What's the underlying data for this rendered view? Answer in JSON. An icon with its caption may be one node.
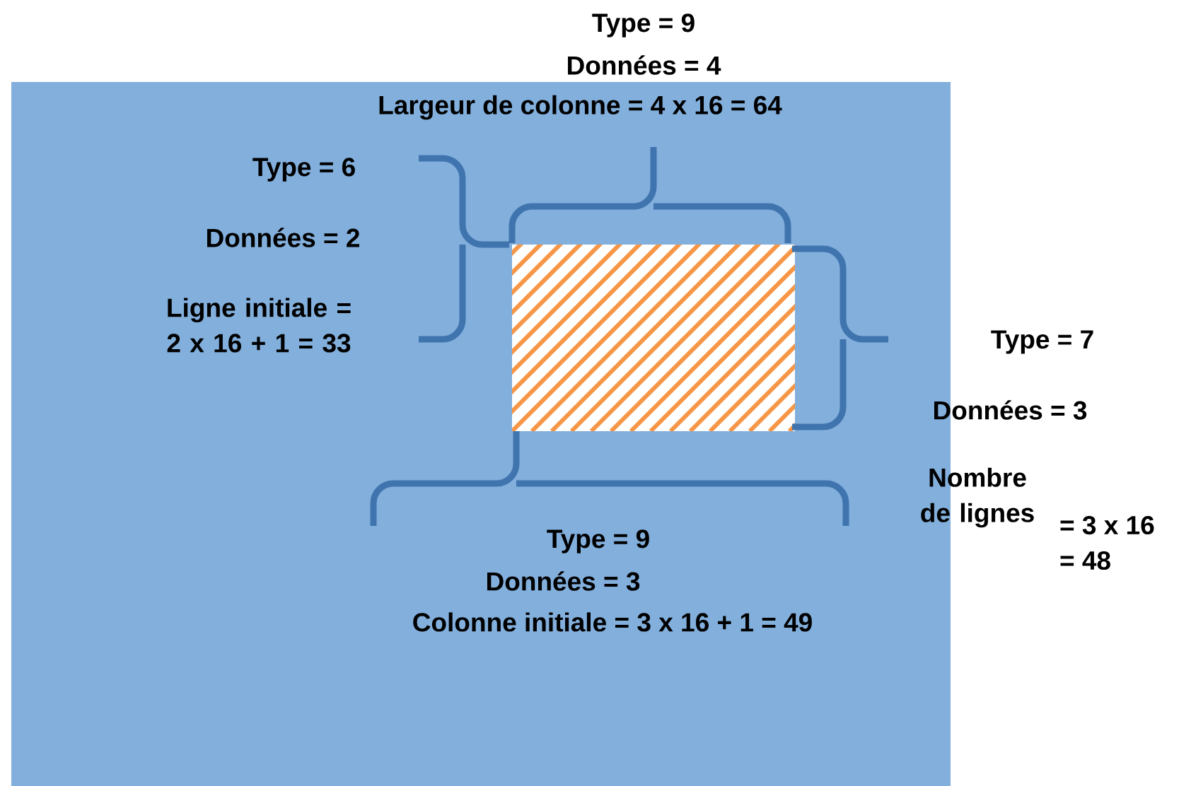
{
  "diagram": {
    "labels": [
      "Type = 9",
      "Données = 4",
      "Largeur de colonne = 4 x 16 = 64",
      "Type = 6",
      "Données = 2",
      "Ligne initiale = 2 x 16 + 1 = 33",
      "Type = 7",
      "Données = 3",
      "Nombre de lignes",
      "= 3 x 16 = 48",
      "Type = 9",
      "Données = 3",
      "Colonne initiale = 3 x 16 + 1 = 49"
    ]
  }
}
